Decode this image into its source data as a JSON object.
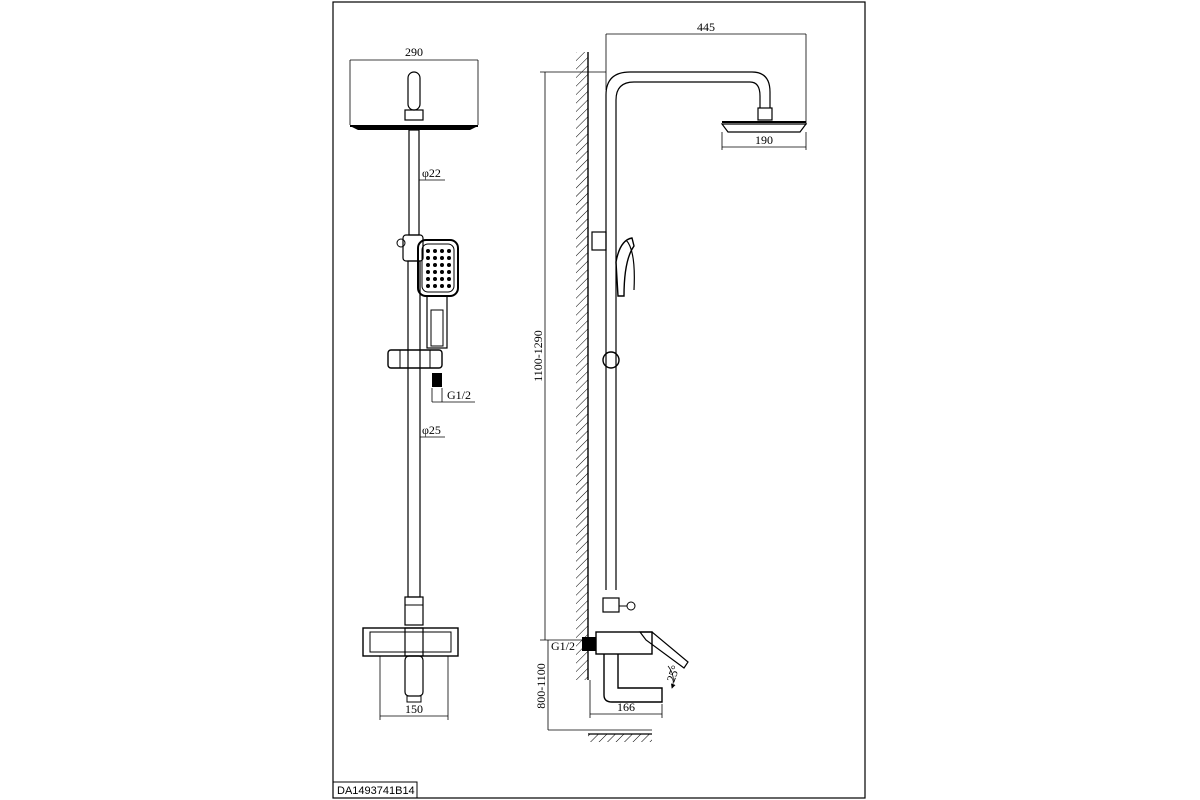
{
  "drawing_code": "DA1493741B14",
  "front_view": {
    "overhead_width": "290",
    "upper_pipe_diameter": "φ22",
    "hose_thread": "G1/2",
    "lower_pipe_diameter": "φ25",
    "mixer_width": "150"
  },
  "side_view": {
    "arm_reach": "445",
    "head_diameter": "190",
    "column_height": "1100-1290",
    "mixer_height": "800-1100",
    "inlet_thread": "G1/2",
    "spout_length": "166",
    "lever_angle": "25°"
  },
  "colors": {
    "line": "#000000",
    "background": "#ffffff"
  }
}
